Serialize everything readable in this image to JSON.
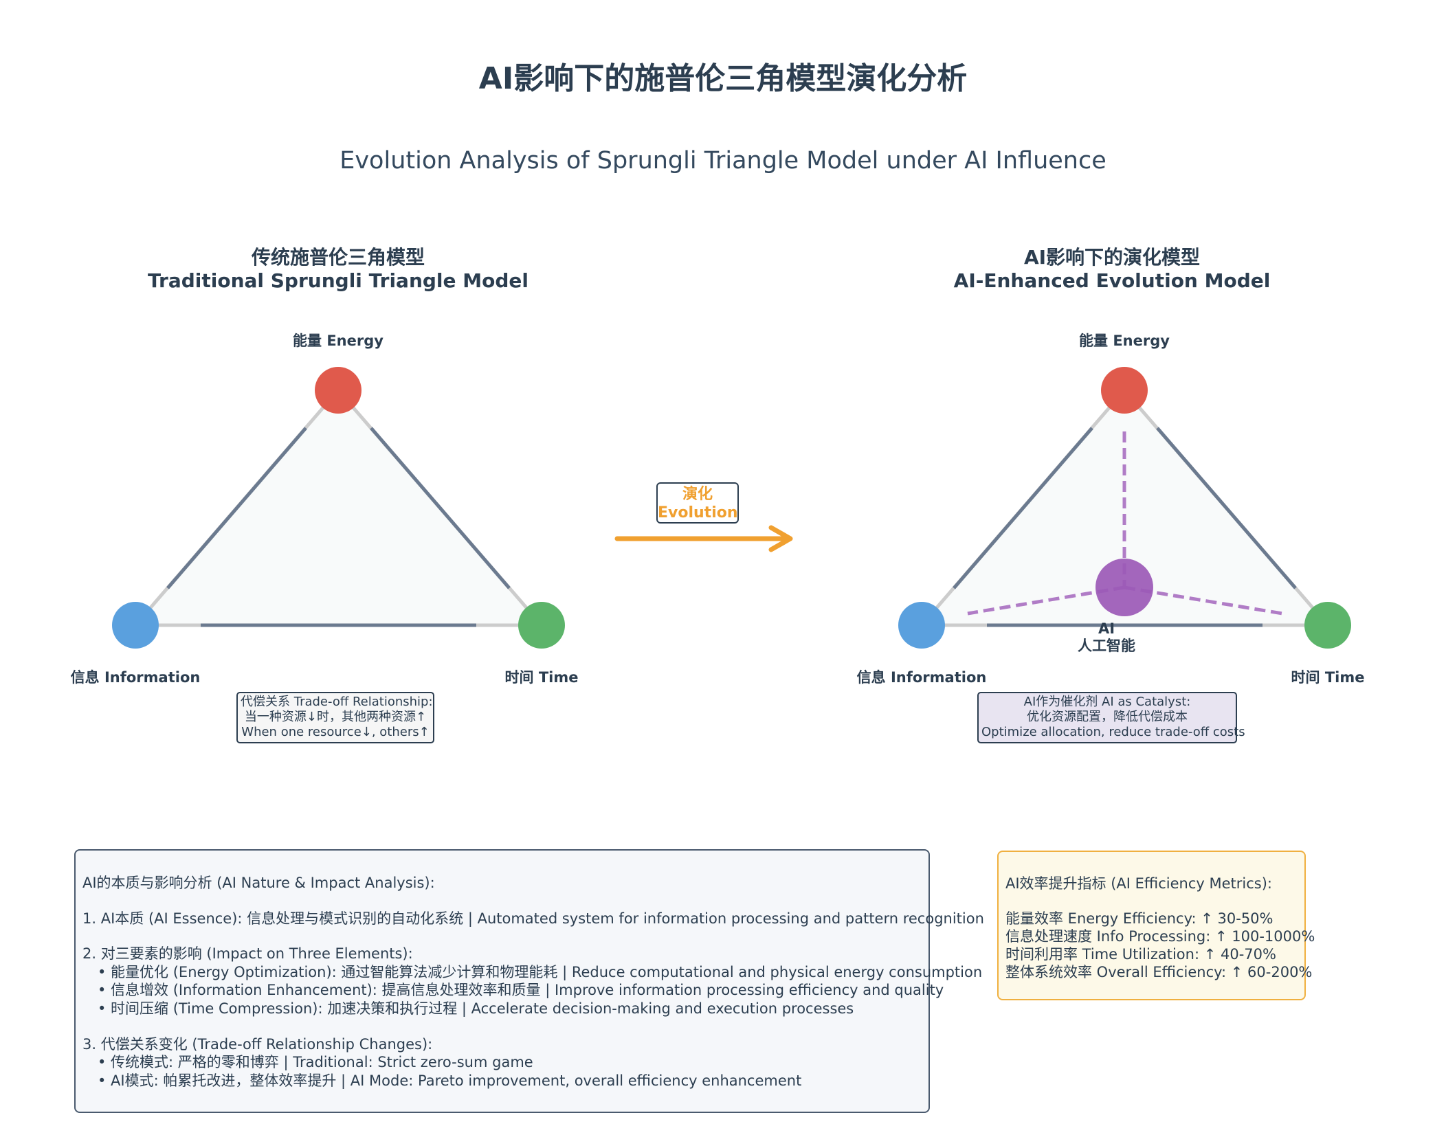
{
  "header": {
    "title": "AI影响下的施普伦三角模型演化分析",
    "subtitle": "Evolution Analysis of Sprungli Triangle Model under AI Influence"
  },
  "left_panel": {
    "title_cn": "传统施普伦三角模型",
    "title_en": "Traditional Sprungli Triangle Model",
    "vertices": {
      "energy": "能量 Energy",
      "information": "信息 Information",
      "time": "时间 Time"
    },
    "note": [
      "代偿关系 Trade-off Relationship:",
      "当一种资源↓时，其他两种资源↑",
      "When one resource↓, others↑"
    ]
  },
  "evolution": {
    "label_cn": "演化",
    "label_en": "Evolution"
  },
  "right_panel": {
    "title_cn": "AI影响下的演化模型",
    "title_en": "AI-Enhanced Evolution Model",
    "vertices": {
      "energy": "能量 Energy",
      "information": "信息 Information",
      "time": "时间 Time"
    },
    "ai_node": {
      "label_en": "AI",
      "label_cn": "人工智能"
    },
    "note": [
      "AI作为催化剂 AI as Catalyst:",
      "优化资源配置，降低代偿成本",
      "Optimize allocation, reduce trade-off costs"
    ]
  },
  "analysis": {
    "lines": [
      "AI的本质与影响分析 (AI Nature & Impact Analysis):",
      "",
      "1. AI本质 (AI Essence): 信息处理与模式识别的自动化系统 | Automated system for information processing and pattern recognition",
      "",
      "2. 对三要素的影响 (Impact on Three Elements):",
      "• 能量优化 (Energy Optimization): 通过智能算法减少计算和物理能耗 | Reduce computational and physical energy consumption",
      "• 信息增效 (Information Enhancement): 提高信息处理效率和质量 | Improve information processing efficiency and quality",
      "• 时间压缩 (Time Compression): 加速决策和执行过程 | Accelerate decision-making and execution processes",
      "",
      "3. 代偿关系变化 (Trade-off Relationship Changes):",
      "• 传统模式: 严格的零和博弈 | Traditional: Strict zero-sum game",
      "• AI模式: 帕累托改进，整体效率提升 | AI Mode: Pareto improvement, overall efficiency enhancement"
    ]
  },
  "metrics": {
    "title": "AI效率提升指标 (AI Efficiency Metrics):",
    "items": [
      "能量效率 Energy Efficiency: ↑ 30-50%",
      "信息处理速度 Info Processing: ↑ 100-1000%",
      "时间利用率 Time Utilization: ↑ 40-70%",
      "整体系统效率 Overall Efficiency: ↑ 60-200%"
    ]
  },
  "colors": {
    "energy": "#e05a4c",
    "information": "#5aa0de",
    "time": "#5cb46a",
    "ai": "#9b59b6",
    "evolution_arrow": "#f0a030",
    "edge": "#6b7a8f"
  }
}
